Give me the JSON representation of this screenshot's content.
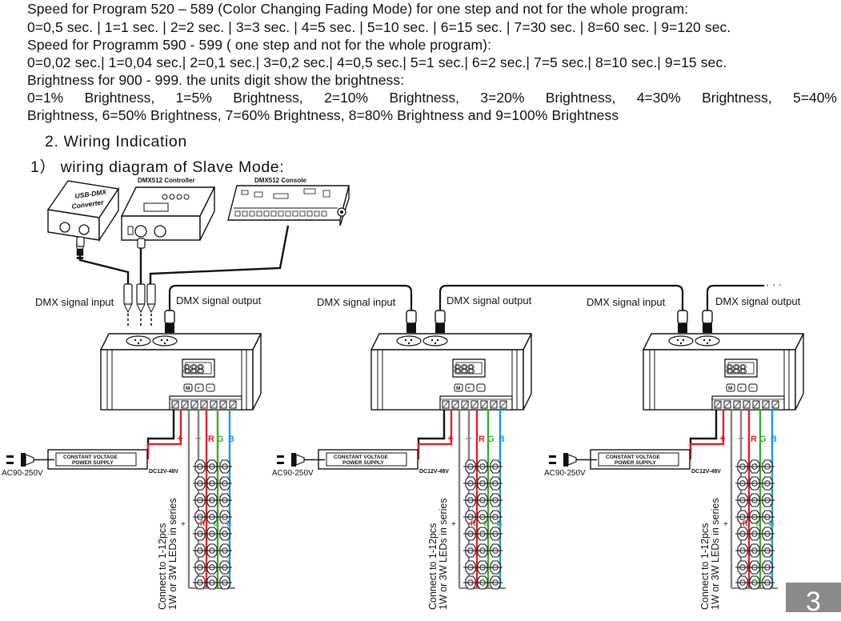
{
  "text": {
    "line1": "Speed for Program 520 – 589 (Color Changing Fading Mode) for one step and not for the whole program:",
    "line2": "0=0,5 sec. | 1=1 sec. | 2=2 sec. | 3=3 sec. | 4=5 sec. | 5=10 sec. | 6=15 sec. | 7=30 sec. | 8=60 sec. | 9=120 sec.",
    "line3": "Speed for Programm 590 - 599 ( one step and not for the whole program):",
    "line4": "0=0,02 sec.| 1=0,04 sec.| 2=0,1 sec.| 3=0,2 sec.| 4=0,5 sec.| 5=1 sec.| 6=2 sec.| 7=5 sec.| 8=10 sec.| 9=15 sec.",
    "line5": "Brightness for 900 - 999. the units digit show the brightness:",
    "line6": "0=1% Brightness, 1=5% Brightness, 2=10% Brightness, 3=20% Brightness, 4=30% Brightness, 5=40%",
    "line7": "Brightness, 6=50% Brightness, 7=60% Brightness, 8=80% Brightness and 9=100% Brightness"
  },
  "section_heading": "2. Wiring Indication",
  "sub_heading": "1） wiring  diagram of Slave Mode:",
  "diagram": {
    "usb_converter_line1": "USB-DMX",
    "usb_converter_line2": "Converter",
    "controller_title": "DMX512 Controller",
    "console_title": "DMX512 Console",
    "dmx_input": "DMX signal input",
    "dmx_output": "DMX signal output",
    "ellipsis": "· · ·",
    "psu_line1": "CONSTANT VOLTAGE",
    "psu_line2": "POWER SUPPLY",
    "ac_label": "AC90-250V",
    "dc_label": "DC12V-48V",
    "minus": "-",
    "plus": "+",
    "r": "R",
    "g": "G",
    "b": "B",
    "led_note_line1": "Connect to 1-12pcs",
    "led_note_line2": "1W or 3W LEDs in series",
    "display_digits": "888",
    "btn_m": "M",
    "btn_plus": "+",
    "btn_minus": "−"
  },
  "colors": {
    "red": "#d9232b",
    "green": "#3aa935",
    "blue": "#1d9ad6",
    "brown": "#8c7f78"
  },
  "page_number": "3"
}
